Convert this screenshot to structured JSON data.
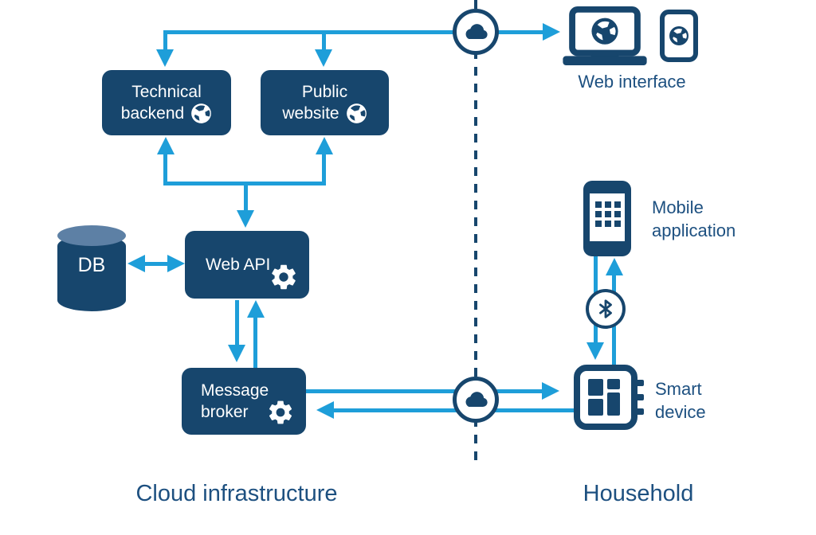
{
  "regions": {
    "cloud": "Cloud infrastructure",
    "household": "Household"
  },
  "nodes": {
    "technical_backend": {
      "line1": "Technical",
      "line2": "backend"
    },
    "public_website": {
      "line1": "Public",
      "line2": "website"
    },
    "web_api": {
      "label": "Web API"
    },
    "db": {
      "label": "DB"
    },
    "message_broker": {
      "line1": "Message",
      "line2": "broker"
    },
    "web_interface": {
      "label": "Web interface"
    },
    "mobile_application": {
      "line1": "Mobile",
      "line2": "application"
    },
    "smart_device": {
      "line1": "Smart",
      "line2": "device"
    }
  },
  "icons": {
    "cloud": "cloud-icon",
    "globe": "globe-icon",
    "gear": "gear-icon",
    "bluetooth": "bluetooth-icon",
    "laptop": "laptop-icon",
    "smartphone": "smartphone-icon",
    "smart_device_chip": "smart-device-chip-icon",
    "database": "database-cylinder-icon"
  },
  "colors": {
    "navy": "#17466d",
    "arrow_blue": "#1e9ed9",
    "db_top": "#5d80a5",
    "label_text": "#1d5080"
  }
}
